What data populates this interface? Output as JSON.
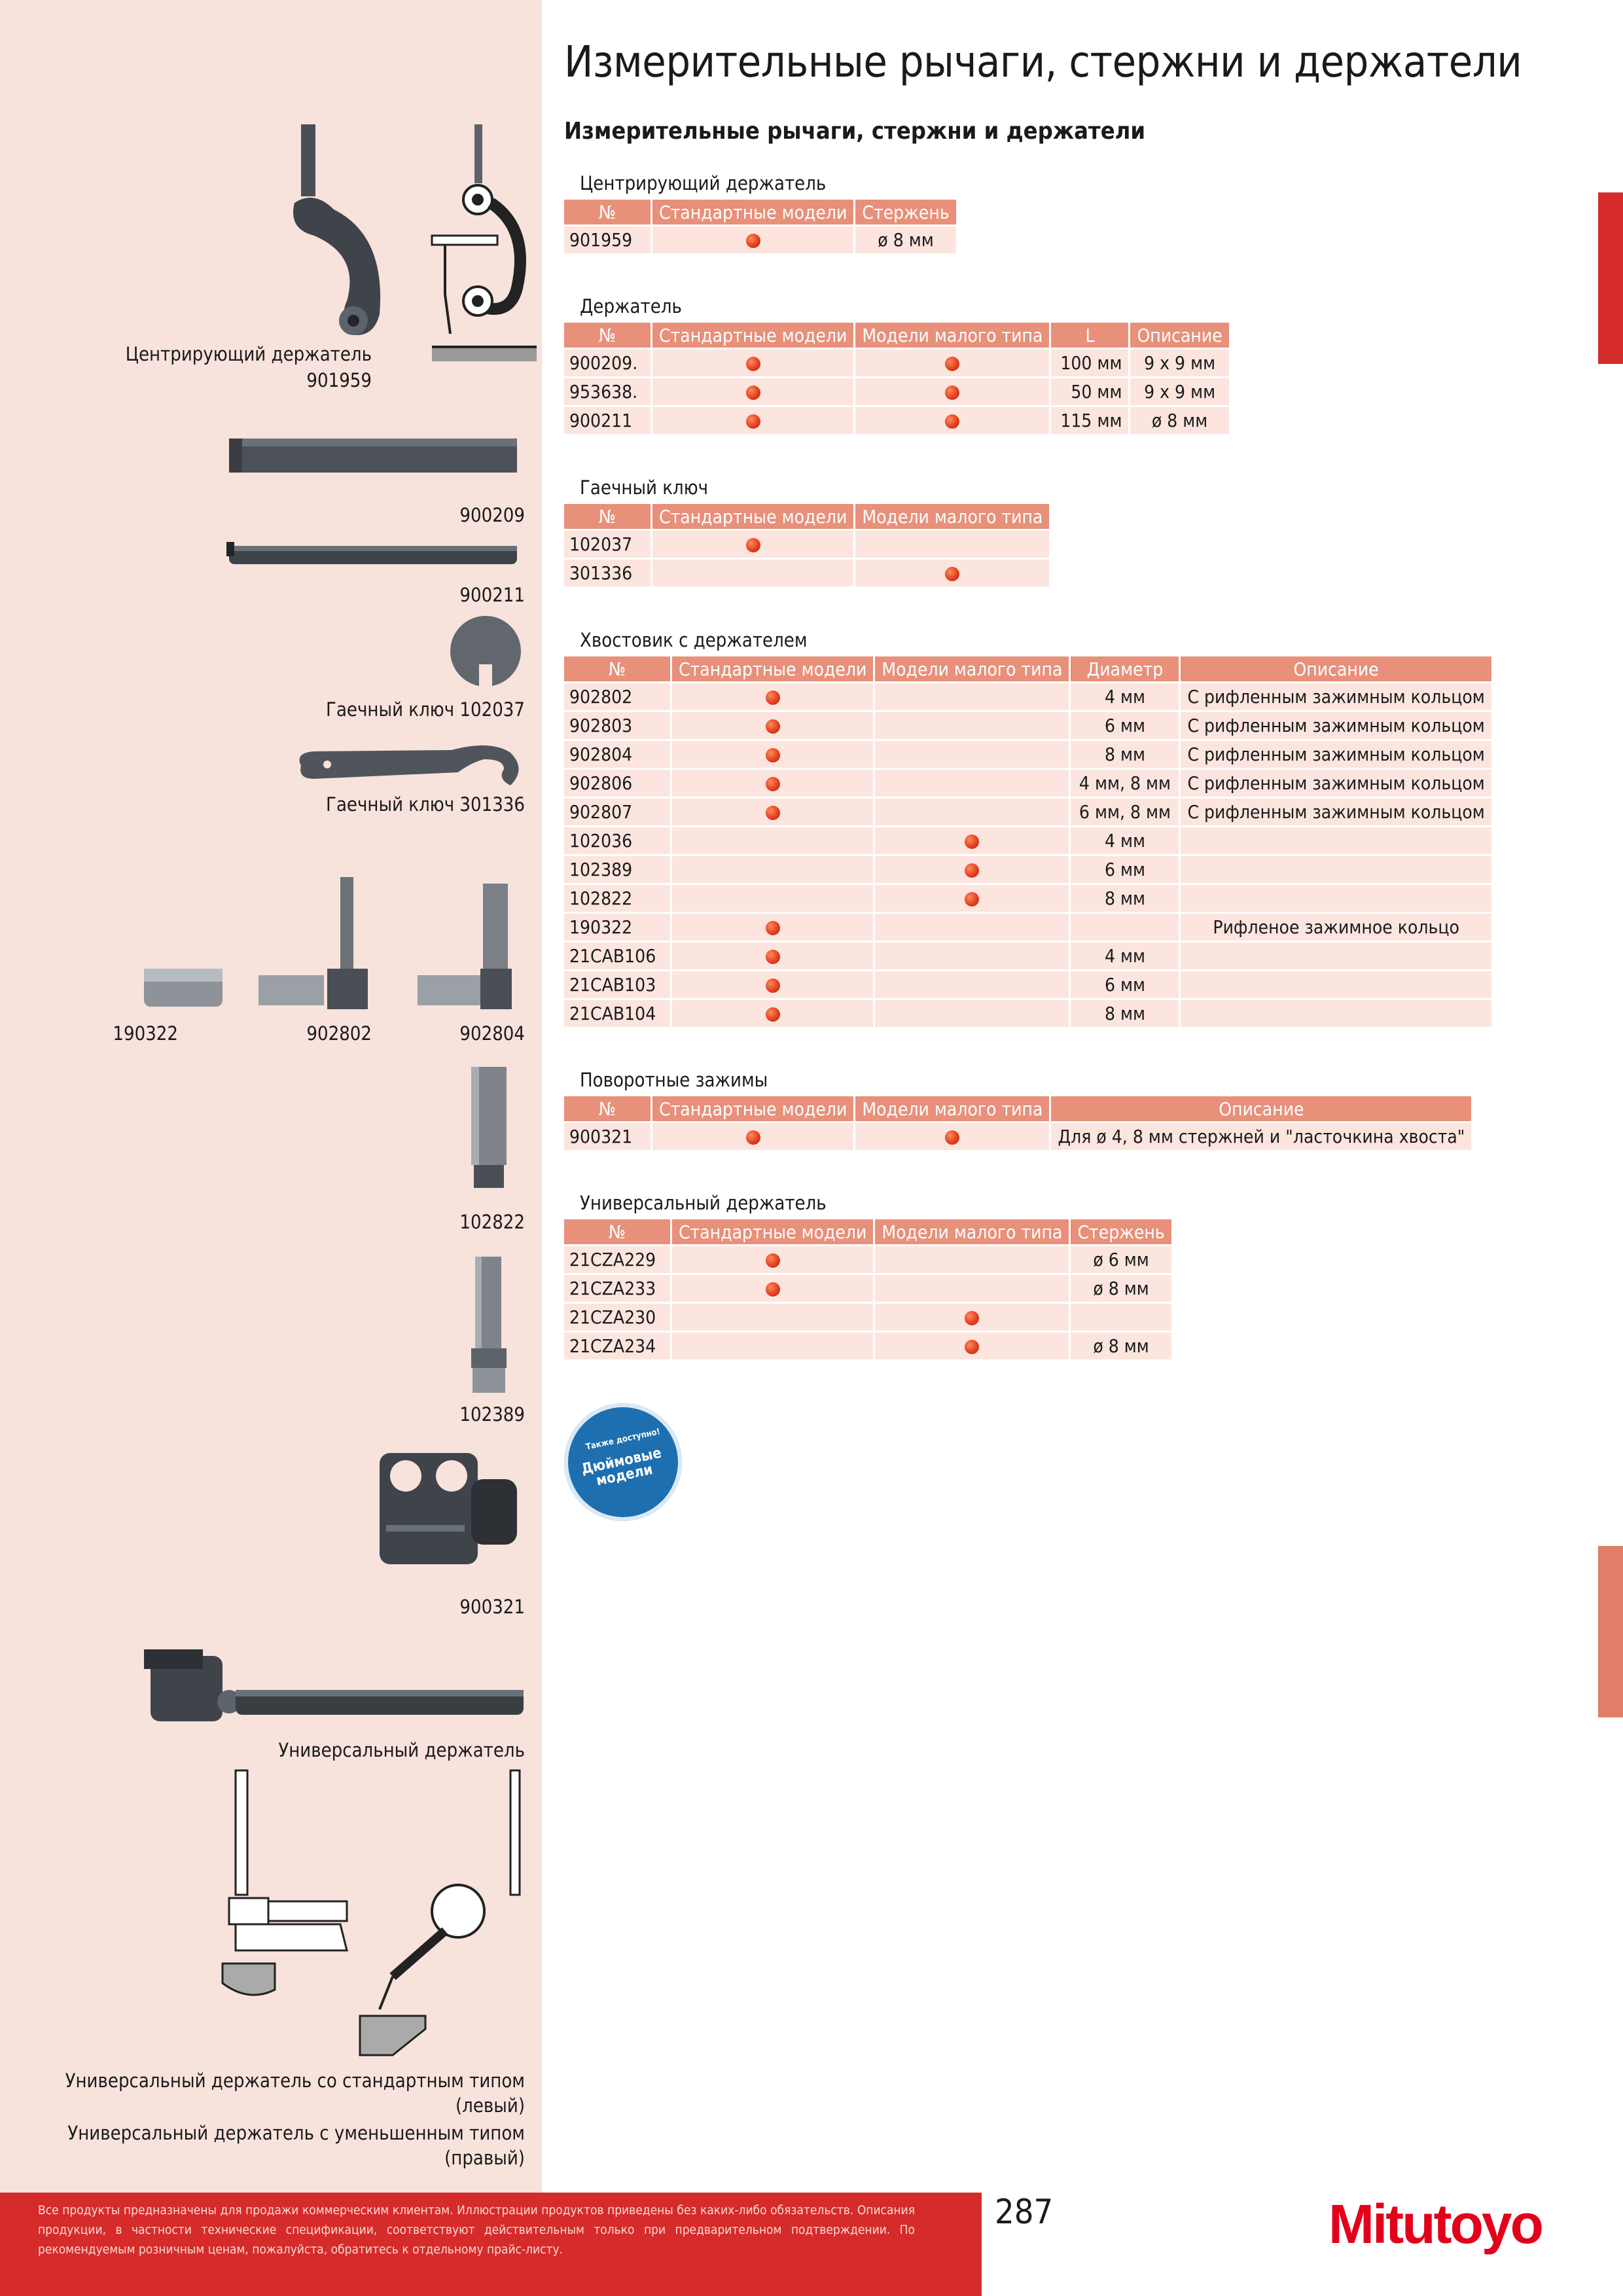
{
  "page": {
    "title": "Измерительные рычаги, стержни и держатели",
    "subtitle": "Измерительные рычаги, стержни и держатели",
    "page_number": "287",
    "brand": "Mitutoyo",
    "disclaimer": "Все продукты предназначены для продажи коммерческим клиентам. Иллюстрации продуктов приведены без каких-либо обязательств. Описания продукции, в частности технические спецификации, соответствуют действительным только при предварительном подтверждении. По рекомендуемым розничным ценам, пожалуйста, обратитесь к отдельному прайс-листу.",
    "badge_top": "Также доступно!",
    "badge_main": "Дюймовые модели",
    "colors": {
      "accent_red": "#d52b2b",
      "header_salmon": "#e8907a",
      "row_pink": "#fbe5de",
      "left_panel": "#f8e2dc"
    }
  },
  "captions": {
    "centering_holder": "Центрирующий держатель",
    "centering_holder_code": "901959",
    "c900209": "900209",
    "c900211": "900211",
    "wrench1": "Гаечный ключ 102037",
    "wrench2": "Гаечный ключ 301336",
    "c190322": "190322",
    "c902802": "902802",
    "c902804": "902804",
    "c102822": "102822",
    "c102389": "102389",
    "c900321": "900321",
    "universal": "Универсальный держатель",
    "univ_std_1": "Универсальный держатель со стандартным типом",
    "univ_std_2": "(левый)",
    "univ_small_1": "Универсальный держатель с уменьшенным типом",
    "univ_small_2": "(правый)"
  },
  "tables": {
    "centering": {
      "title": "Центрирующий держатель",
      "headers": [
        "№",
        "Стандартные модели",
        "Стержень"
      ],
      "rows": [
        {
          "code": "901959",
          "std": true,
          "rod": "ø 8 мм"
        }
      ]
    },
    "holder": {
      "title": "Держатель",
      "headers": [
        "№",
        "Стандартные модели",
        "Модели малого типа",
        "L",
        "Описание"
      ],
      "rows": [
        {
          "code": "900209.",
          "std": true,
          "small": true,
          "l": "100 мм",
          "desc": "9 x 9 мм"
        },
        {
          "code": "953638.",
          "std": true,
          "small": true,
          "l": "50 мм",
          "desc": "9 x 9 мм"
        },
        {
          "code": "900211",
          "std": true,
          "small": true,
          "l": "115 мм",
          "desc": "ø 8 мм"
        }
      ]
    },
    "wrench": {
      "title": "Гаечный ключ",
      "headers": [
        "№",
        "Стандартные модели",
        "Модели малого типа"
      ],
      "rows": [
        {
          "code": "102037",
          "std": true,
          "small": false
        },
        {
          "code": "301336",
          "std": false,
          "small": true
        }
      ]
    },
    "shank": {
      "title": "Хвостовик с держателем",
      "headers": [
        "№",
        "Стандартные модели",
        "Модели малого типа",
        "Диаметр",
        "Описание"
      ],
      "rows": [
        {
          "code": "902802",
          "std": true,
          "small": false,
          "dia": "4 мм",
          "desc": "С рифленным зажимным кольцом"
        },
        {
          "code": "902803",
          "std": true,
          "small": false,
          "dia": "6 мм",
          "desc": "С рифленным зажимным кольцом"
        },
        {
          "code": "902804",
          "std": true,
          "small": false,
          "dia": "8 мм",
          "desc": "С рифленным зажимным кольцом"
        },
        {
          "code": "902806",
          "std": true,
          "small": false,
          "dia": "4 мм, 8 мм",
          "desc": "С рифленным зажимным кольцом"
        },
        {
          "code": "902807",
          "std": true,
          "small": false,
          "dia": "6 мм, 8 мм",
          "desc": "С рифленным зажимным кольцом"
        },
        {
          "code": "102036",
          "std": false,
          "small": true,
          "dia": "4 мм",
          "desc": ""
        },
        {
          "code": "102389",
          "std": false,
          "small": true,
          "dia": "6 мм",
          "desc": ""
        },
        {
          "code": "102822",
          "std": false,
          "small": true,
          "dia": "8 мм",
          "desc": ""
        },
        {
          "code": "190322",
          "std": true,
          "small": false,
          "dia": "",
          "desc": "Рифленое зажимное кольцо"
        },
        {
          "code": "21CAB106",
          "std": true,
          "small": false,
          "dia": "4 мм",
          "desc": ""
        },
        {
          "code": "21CAB103",
          "std": true,
          "small": false,
          "dia": "6 мм",
          "desc": ""
        },
        {
          "code": "21CAB104",
          "std": true,
          "small": false,
          "dia": "8 мм",
          "desc": ""
        }
      ]
    },
    "swivel": {
      "title": "Поворотные зажимы",
      "headers": [
        "№",
        "Стандартные модели",
        "Модели малого типа",
        "Описание"
      ],
      "rows": [
        {
          "code": "900321",
          "std": true,
          "small": true,
          "desc": "Для ø 4, 8 мм стержней и \"ласточкина хвоста\""
        }
      ]
    },
    "universal": {
      "title": "Универсальный держатель",
      "headers": [
        "№",
        "Стандартные модели",
        "Модели малого типа",
        "Стержень"
      ],
      "rows": [
        {
          "code": "21CZA229",
          "std": true,
          "small": false,
          "rod": "ø 6 мм"
        },
        {
          "code": "21CZA233",
          "std": true,
          "small": false,
          "rod": "ø 8 мм"
        },
        {
          "code": "21CZA230",
          "std": false,
          "small": true,
          "rod": ""
        },
        {
          "code": "21CZA234",
          "std": false,
          "small": true,
          "rod": "ø 8 мм"
        }
      ]
    }
  }
}
